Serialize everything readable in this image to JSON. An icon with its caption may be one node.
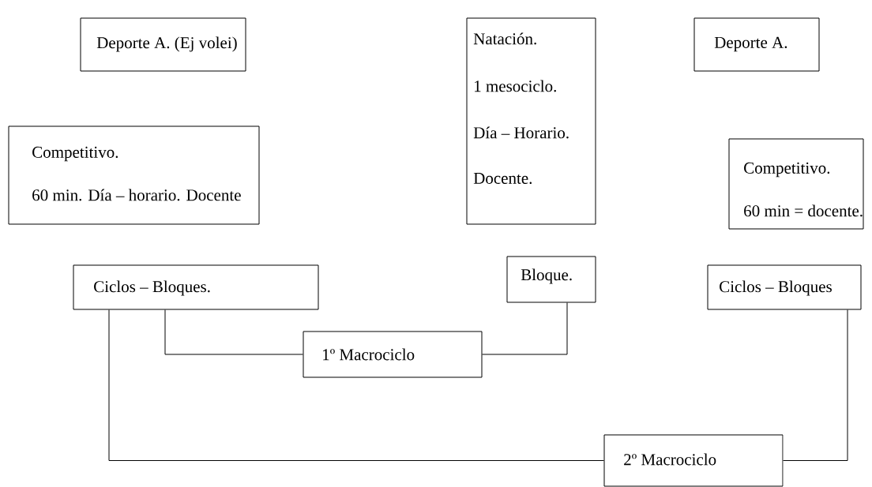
{
  "diagram": {
    "nodes": [
      {
        "text": [
          "Deporte A. (Ej volei)"
        ]
      },
      {
        "text": [
          "Competitivo.",
          "60 min. Día – horario. Docente"
        ]
      },
      {
        "text": [
          "Natación.",
          "1 mesociclo.",
          "Día – Horario.",
          "Docente."
        ]
      },
      {
        "text": [
          "Deporte A."
        ]
      },
      {
        "text": [
          "Competitivo.",
          "60 min = docente."
        ]
      },
      {
        "text": [
          "Ciclos – Bloques."
        ]
      },
      {
        "text": [
          "Bloque."
        ]
      },
      {
        "text": [
          "Ciclos – Bloques"
        ]
      },
      {
        "text": [
          "1º Macrociclo"
        ]
      },
      {
        "text": [
          "2º Macrociclo"
        ]
      }
    ],
    "edges": [
      {
        "from": 5,
        "to": 8,
        "arrow": "none"
      },
      {
        "from": 6,
        "to": 8,
        "arrow": "none"
      },
      {
        "from": 5,
        "to": 9,
        "arrow": "none"
      },
      {
        "from": 7,
        "to": 9,
        "arrow": "none"
      }
    ]
  }
}
